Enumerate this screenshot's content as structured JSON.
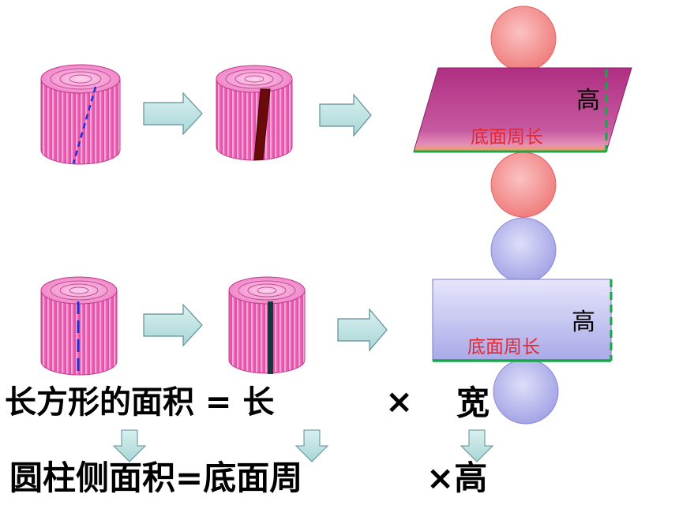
{
  "row1": {
    "height_label": "高",
    "perimeter_label": "底面周长"
  },
  "row2": {
    "height_label": "高",
    "perimeter_label": "底面周长"
  },
  "formula1": {
    "left": "长方形的面积 = 长",
    "times": "×",
    "right": "宽"
  },
  "formula2": {
    "left": "圆柱侧面积=底面周",
    "right": "×高"
  },
  "colors": {
    "cylinder_pink": "#ee5fb5",
    "parallelogram": "#a8287a",
    "base_circle_pink": "#f28a8a",
    "rectangle_lavender": "#c3c3f0",
    "base_circle_blue": "#b0b0ec",
    "arrow_fill": "#bfe2e2",
    "green_edge": "#1aa54a",
    "cut_line": "#1f2ed8"
  }
}
